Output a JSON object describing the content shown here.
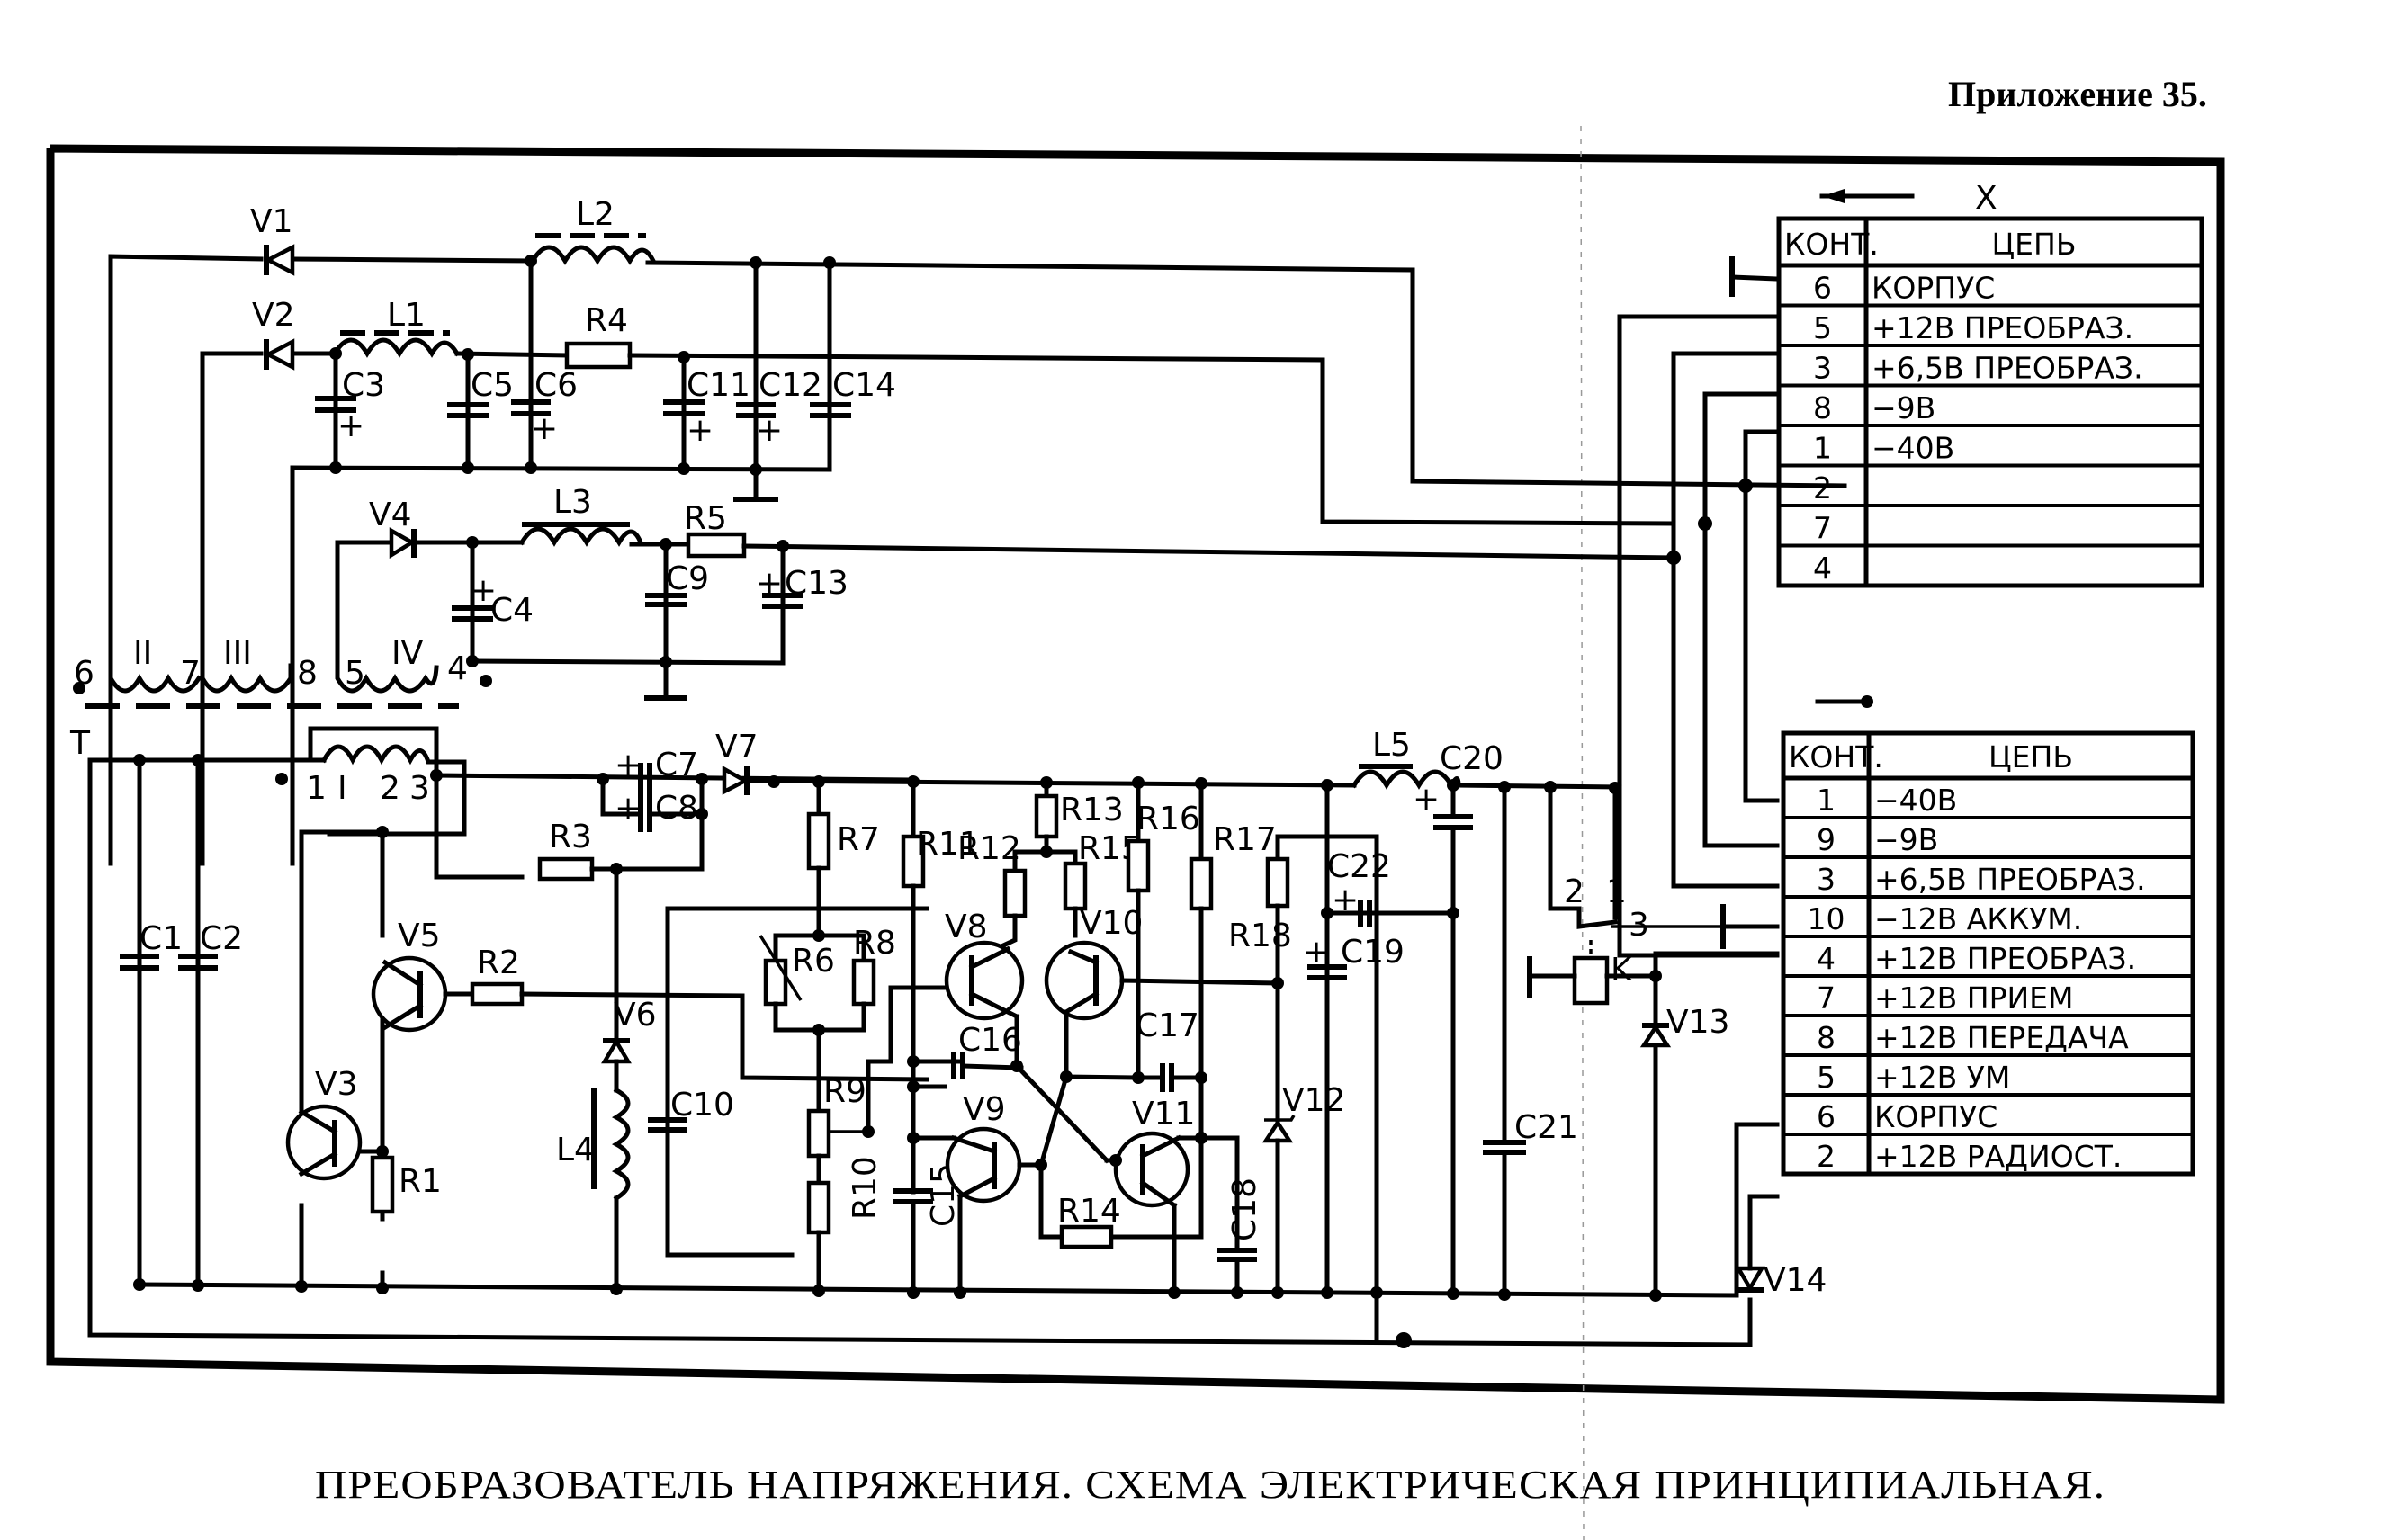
{
  "page": {
    "appendix_title": "Приложение 35.",
    "caption": "ПРЕОБРАЗОВАТЕЛЬ НАПРЯЖЕНИЯ. СХЕМА  ЭЛЕКТРИЧЕСКАЯ ПРИНЦИПИАЛЬНАЯ."
  },
  "connector_x": {
    "label": "X",
    "header": {
      "contact": "КОНТ.",
      "circuit": "ЦЕПЬ"
    },
    "rows": [
      {
        "contact": "6",
        "circuit": "КОРПУС"
      },
      {
        "contact": "5",
        "circuit": "+12В  ПРЕОБРАЗ."
      },
      {
        "contact": "3",
        "circuit": "+6,5В  ПРЕОБРАЗ."
      },
      {
        "contact": "8",
        "circuit": "−9В"
      },
      {
        "contact": "1",
        "circuit": "−40В"
      },
      {
        "contact": "2",
        "circuit": ""
      },
      {
        "contact": "7",
        "circuit": ""
      },
      {
        "contact": "4",
        "circuit": ""
      }
    ]
  },
  "connector_2": {
    "header": {
      "contact": "КОНТ.",
      "circuit": "ЦЕПЬ"
    },
    "rows": [
      {
        "contact": "1",
        "circuit": "−40В"
      },
      {
        "contact": "9",
        "circuit": "−9В"
      },
      {
        "contact": "3",
        "circuit": "+6,5В ПРЕОБРАЗ."
      },
      {
        "contact": "10",
        "circuit": "−12В   АККУМ."
      },
      {
        "contact": "4",
        "circuit": "+12В   ПРЕОБРАЗ."
      },
      {
        "contact": "7",
        "circuit": "+12В   ПРИЕМ"
      },
      {
        "contact": "8",
        "circuit": "+12В  ПЕРЕДАЧА"
      },
      {
        "contact": "5",
        "circuit": "+12В   УМ"
      },
      {
        "contact": "6",
        "circuit": "КОРПУС"
      },
      {
        "contact": "2",
        "circuit": "+12В   РАДИОСТ."
      }
    ]
  },
  "components": {
    "diodes": [
      "V1",
      "V2",
      "V4",
      "V6",
      "V7",
      "V12",
      "V13",
      "V14"
    ],
    "transistors": [
      "V3",
      "V5",
      "V8",
      "V9",
      "V10",
      "V11"
    ],
    "inductors": [
      "L1",
      "L2",
      "L3",
      "L4",
      "L5"
    ],
    "resistors": [
      "R1",
      "R2",
      "R3",
      "R4",
      "R5",
      "R6",
      "R7",
      "R8",
      "R9",
      "R10",
      "R11",
      "R12",
      "R13",
      "R14",
      "R15",
      "R16",
      "R17",
      "R18"
    ],
    "capacitors": [
      "C1",
      "C2",
      "C3",
      "C4",
      "C5",
      "C6",
      "C7",
      "C8",
      "C9",
      "C10",
      "C11",
      "C12",
      "C13",
      "C14",
      "C15",
      "C16",
      "C17",
      "C18",
      "C19",
      "C20",
      "C21",
      "C22"
    ],
    "relay": "K",
    "transformer": "T",
    "windings": {
      "w1": "I",
      "w2": "II",
      "w3": "III",
      "w4": "IV"
    },
    "pins": {
      "p1": "1",
      "p2": "2",
      "p3": "3",
      "p4": "4",
      "p5": "5",
      "p6": "6",
      "p7": "7",
      "p8": "8"
    },
    "relay_contacts": {
      "c1": "1",
      "c2": "2",
      "c3": "3"
    },
    "plus": "+"
  }
}
